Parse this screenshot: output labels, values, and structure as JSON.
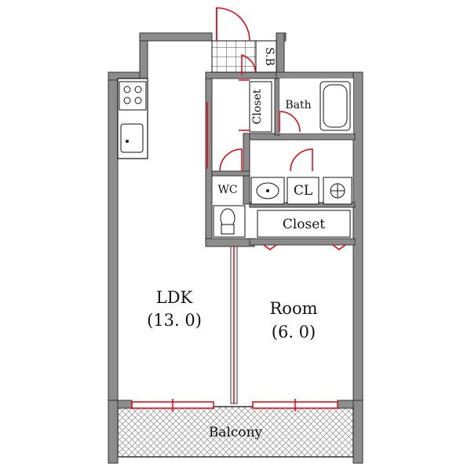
{
  "rooms": {
    "sb": "S.B",
    "closet_hall": "Closet",
    "bath": "Bath",
    "wc": "WC",
    "cl": "CL",
    "closet_room": "Closet",
    "ldk": "LDK",
    "ldk_size": "(13. 0)",
    "room": "Room",
    "room_size": "(6. 0)",
    "balcony": "Balcony"
  },
  "colors": {
    "wall": "#8c8c8c",
    "wall_edge": "#333333",
    "door": "#e8000d",
    "fixture": "#111111"
  }
}
